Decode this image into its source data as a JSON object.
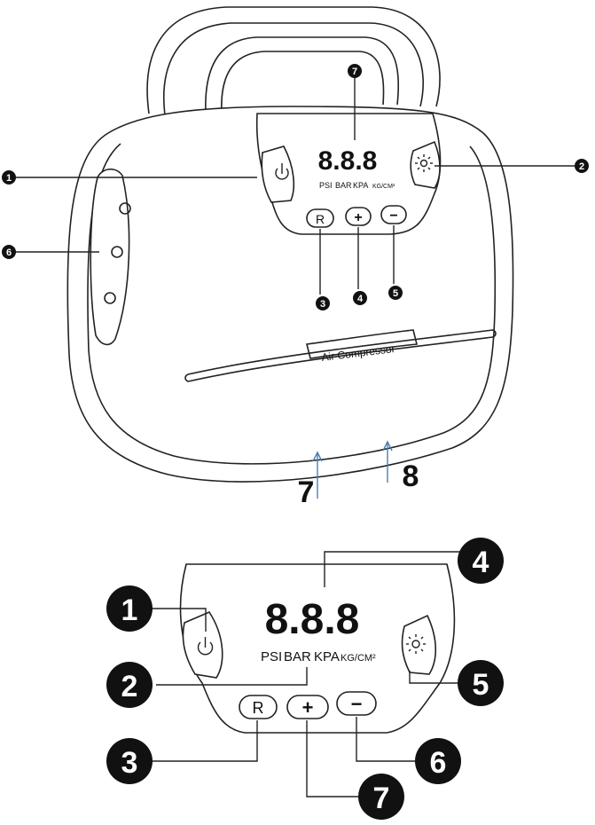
{
  "device": {
    "label": "Air Compressor",
    "display_digits": "8.8.8",
    "units": [
      "PSI",
      "BAR",
      "KPA",
      "KG/CM²"
    ],
    "buttons": {
      "power": "power-icon",
      "light": "sun-icon",
      "reset": "R",
      "plus": "+",
      "minus": "−"
    }
  },
  "top_callouts": {
    "display": "7",
    "power": "1",
    "light": "2",
    "reset": "3",
    "plus": "4",
    "minus": "5",
    "side_panel": "6",
    "bottom_left": "7",
    "bottom_right": "8"
  },
  "panel_callouts": {
    "power": "1",
    "units": "2",
    "reset": "3",
    "display": "4",
    "light": "5",
    "minus": "6",
    "plus": "7"
  },
  "colors": {
    "ink": "#111111",
    "arrow": "#4a7fb0",
    "background": "#ffffff"
  }
}
